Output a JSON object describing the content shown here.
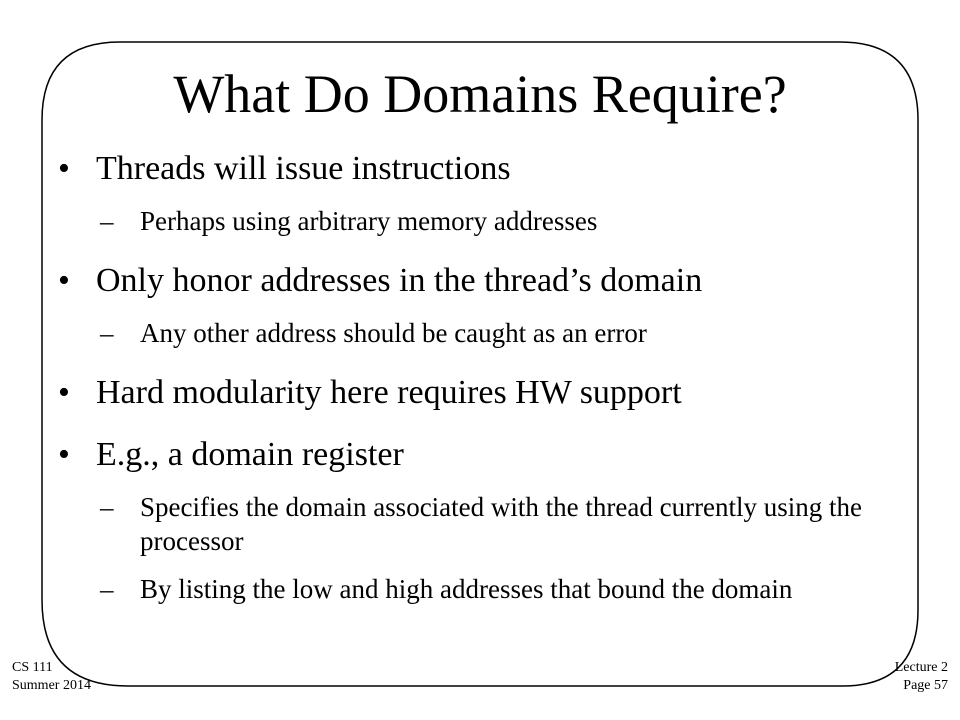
{
  "slide": {
    "title": "What Do Domains Require?",
    "bullets": [
      {
        "text": "Threads will issue instructions",
        "sub": [
          "Perhaps using arbitrary memory addresses"
        ]
      },
      {
        "text": "Only honor addresses in the thread’s domain",
        "sub": [
          "Any other address should be caught as an error"
        ]
      },
      {
        "text": "Hard modularity here requires HW support",
        "sub": []
      },
      {
        "text": "E.g., a domain register",
        "sub": [
          "Specifies the domain associated with the thread currently using the processor",
          "By listing the low and high addresses that bound the domain"
        ]
      }
    ]
  },
  "footer": {
    "left_line1": "CS 111",
    "left_line2": "Summer 2014",
    "right_line1": "Lecture 2",
    "right_line2": "Page 57"
  },
  "markers": {
    "bullet": "•",
    "dash": "–"
  },
  "colors": {
    "text": "#000000",
    "frame": "#000000",
    "background": "#ffffff"
  }
}
